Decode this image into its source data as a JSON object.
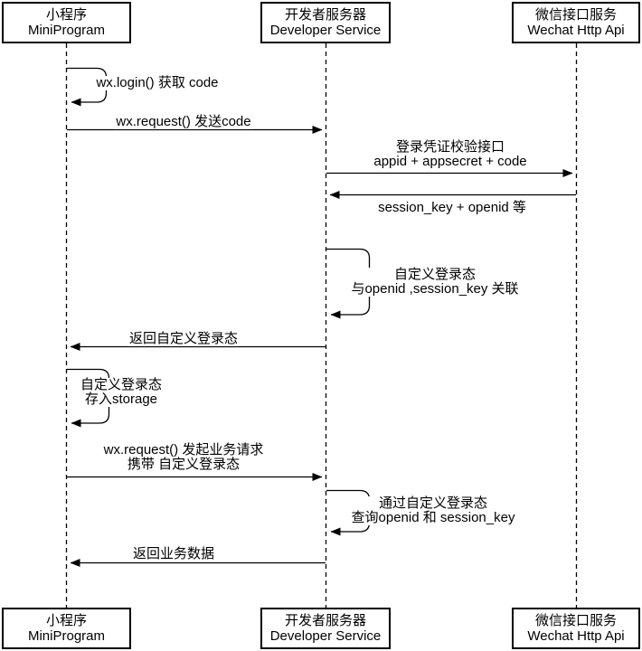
{
  "diagram_title": "WeChat MiniProgram login flow sequence diagram",
  "colors": {
    "stroke": "#000000",
    "background": "#ffffff",
    "text": "#000000"
  },
  "actors": {
    "miniprogram": {
      "name_cn": "小程序",
      "name_en": "MiniProgram"
    },
    "developer": {
      "name_cn": "开发者服务器",
      "name_en": "Developer Service"
    },
    "wechat": {
      "name_cn": "微信接口服务",
      "name_en": "Wechat Http Api"
    }
  },
  "messages": {
    "login_self": {
      "line1": "wx.login() 获取 code"
    },
    "send_code": {
      "line1": "wx.request() 发送code"
    },
    "verify": {
      "line1": "登录凭证校验接口",
      "line2": "appid + appsecret + code"
    },
    "session_return": {
      "line1": "session_key + openid 等"
    },
    "custom_state": {
      "line1": "自定义登录态",
      "line2": "与openid ,session_key 关联"
    },
    "return_state": {
      "line1": "返回自定义登录态"
    },
    "store_state": {
      "line1": "自定义登录态",
      "line2": "存入storage"
    },
    "biz_request": {
      "line1": "wx.request() 发起业务请求",
      "line2": "携带 自定义登录态"
    },
    "query_state": {
      "line1": "通过自定义登录态",
      "line2": "查询openid 和 session_key"
    },
    "return_data": {
      "line1": "返回业务数据"
    }
  }
}
